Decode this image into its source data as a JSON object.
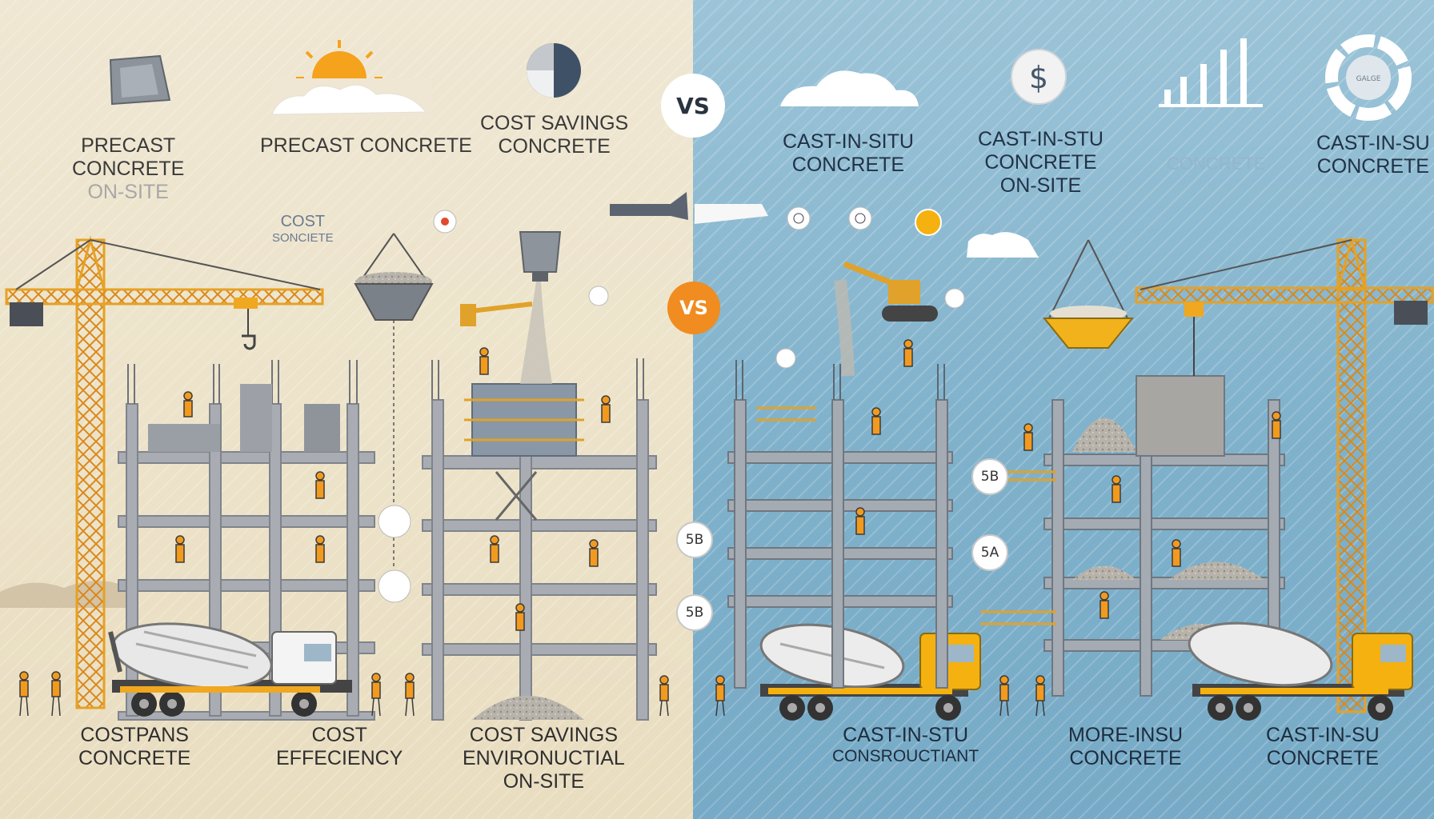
{
  "left_panel": {
    "top_labels": {
      "a_line1": "PRECAST",
      "a_line2": "CONCRETE",
      "a_line3": "ON-SITE",
      "b": "PRECAST CONCRETE",
      "c_line1": "COST SAVINGS",
      "c_line2": "CONCRETE",
      "d_line1": "COST",
      "d_line2": "SONCIETE"
    },
    "badges": [
      "5B",
      "5B"
    ],
    "bottom_labels": {
      "a_line1": "COSTPANS",
      "a_line2": "CONCRETE",
      "b_line1": "COST",
      "b_line2": "EFFECIENCY",
      "c_line1": "COST SAVINGS",
      "c_line2": "ENVIRONUCTIAL",
      "c_line3": "ON-SITE"
    }
  },
  "vs": {
    "top": "VS",
    "middle": "VS"
  },
  "right_panel": {
    "top_labels": {
      "a_line1": "CAST-IN-SITU",
      "a_line2": "CONCRETE",
      "b_line1": "CAST-IN-STU",
      "b_line2": "CONCRETE",
      "b_line3": "ON-SITE",
      "c_line1": "CAST-IN-SU",
      "c_line2": "CONCRETE",
      "c_faint": "CONCRETE"
    },
    "badges": [
      "5B",
      "5A"
    ],
    "bottom_labels": {
      "a_line1": "CAST-IN-STU",
      "a_line2": "CONSROUCTIANT",
      "b_line1": "MORE-INSU",
      "b_line2": "CONCRETE",
      "c_line1": "CAST-IN-SU",
      "c_line2": "CONCRETE"
    }
  },
  "icons": {
    "dollar": "$",
    "cycle_center": "GALGE"
  },
  "colors": {
    "left_bg": "#ece2c8",
    "right_bg": "#7fb1cb",
    "crane": "#f0a820",
    "vs_orange": "#f08c20",
    "worker": "#f29a1e",
    "truck_yellow": "#f5b10f",
    "concrete": "#a7abb0"
  }
}
